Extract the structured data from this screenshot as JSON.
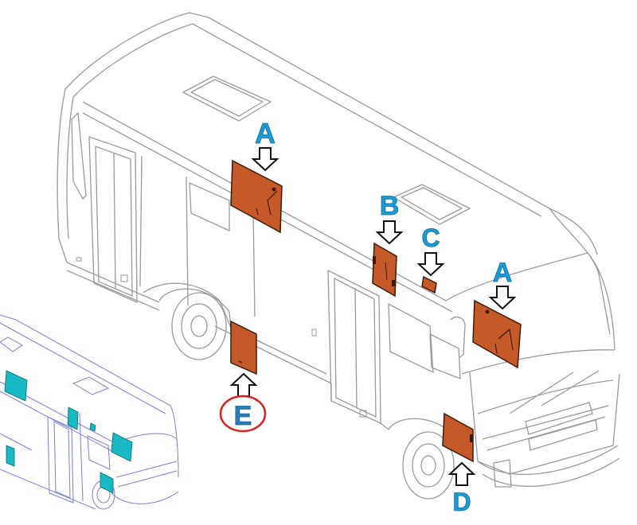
{
  "colors": {
    "panel_fill": "#c55a28",
    "panel_stroke": "#3b1a0c",
    "label_blue": "#1a9ad6",
    "label_e": "#2b7fb8",
    "circle_red": "#dd1f1f",
    "arrow_stroke": "#111111",
    "line_art": "#9a9a9a",
    "thumb_lines": "#7b7fd6",
    "thumb_panels": "#17b9c4"
  },
  "callouts": [
    {
      "id": "a-side",
      "letter": "A",
      "arrow": "down"
    },
    {
      "id": "b",
      "letter": "B",
      "arrow": "down"
    },
    {
      "id": "c",
      "letter": "C",
      "arrow": "down"
    },
    {
      "id": "a-front",
      "letter": "A",
      "arrow": "down"
    },
    {
      "id": "d",
      "letter": "D",
      "arrow": "up"
    },
    {
      "id": "e",
      "letter": "E",
      "arrow": "up",
      "circled": true
    }
  ]
}
